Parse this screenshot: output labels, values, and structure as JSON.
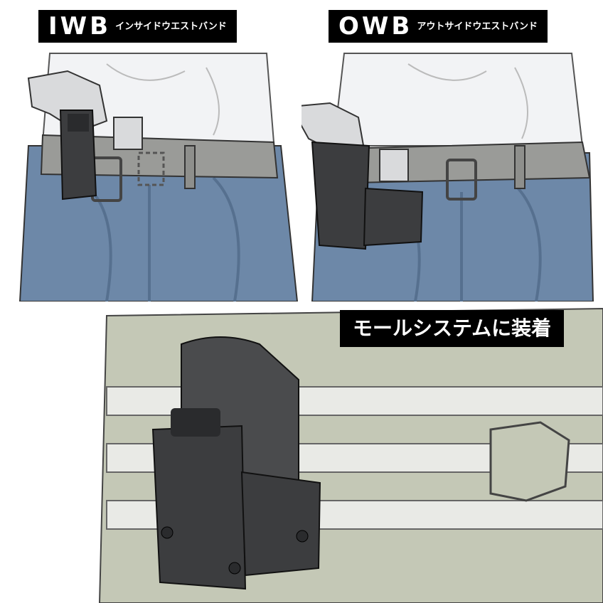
{
  "panels": {
    "iwb": {
      "code": "IWB",
      "caption": "インサイドウエストバンド"
    },
    "owb": {
      "code": "OWB",
      "caption": "アウトサイドウエストバンド"
    },
    "molle": {
      "caption": "モールシステムに装着"
    }
  },
  "colors": {
    "shirt": "#f2f3f5",
    "jeans": "#6d88a8",
    "jeans_shadow": "#56708f",
    "belt": "#9a9b98",
    "holster": "#3c3d3f",
    "pistol": "#d9dadc",
    "vest": "#c4c8b6",
    "webbing": "#eeeeee",
    "label_bg": "#000000",
    "label_text": "#ffffff"
  }
}
